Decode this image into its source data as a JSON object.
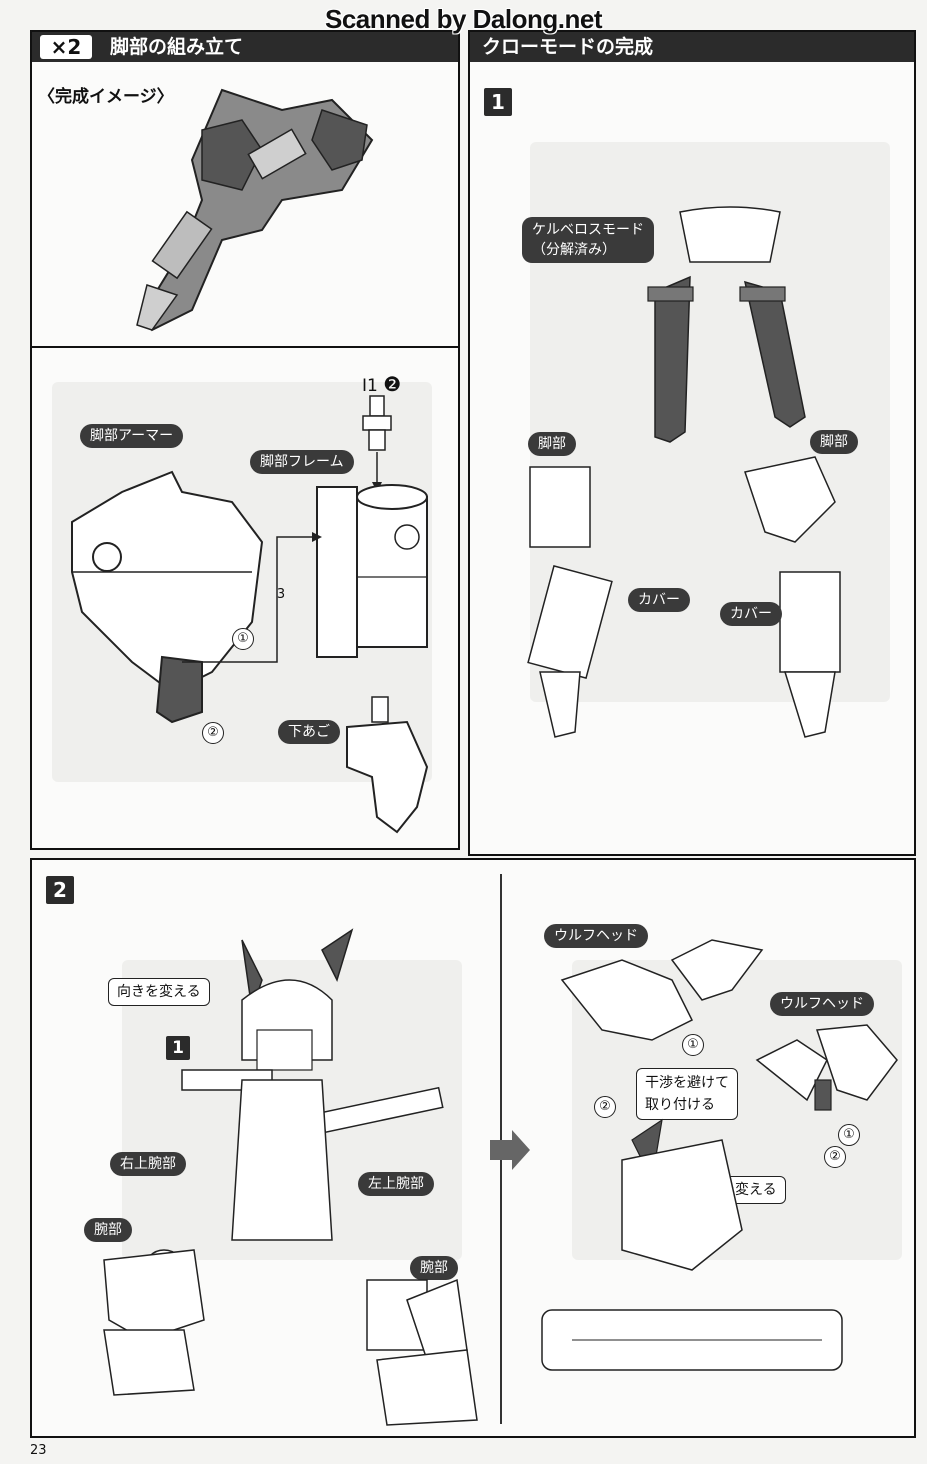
{
  "watermark": "Scanned by Dalong.net",
  "page_number": "23",
  "left_panel": {
    "multiplier": "×2",
    "title": "脚部の組み立て",
    "image_caption": "〈完成イメージ〉",
    "labels": {
      "leg_armor": "脚部アーマー",
      "leg_frame": "脚部フレーム",
      "part_code": "I1",
      "part_runner": "❷",
      "lower_jaw": "下あご"
    },
    "steps": {
      "s1": "①",
      "s2": "②",
      "s3": "3"
    }
  },
  "right_panel": {
    "title": "クローモードの完成",
    "step": "1",
    "labels": {
      "cerberus_mode": "ケルベロスモード",
      "disassembled": "（分解済み）",
      "leg_left": "脚部",
      "leg_right": "脚部",
      "cover_left": "カバー",
      "cover_right": "カバー"
    }
  },
  "bottom_panel": {
    "step": "2",
    "sub_step": "1",
    "labels": {
      "change_direction_top": "向きを変える",
      "right_upper_arm": "右上腕部",
      "left_upper_arm": "左上腕部",
      "arm_left": "腕部",
      "arm_right": "腕部",
      "wolf_head_1": "ウルフヘッド",
      "wolf_head_2": "ウルフヘッド",
      "avoid_interference_line1": "干渉を避けて",
      "avoid_interference_line2": "取り付ける",
      "change_direction_bottom": "向きを変える"
    },
    "steps": {
      "a1": "①",
      "a2": "②",
      "b1": "①",
      "b2": "②"
    }
  },
  "colors": {
    "header": "#2b2b2b",
    "pill": "#3a3a3a",
    "part_dark": "#555555",
    "part_light": "#dddddd"
  }
}
